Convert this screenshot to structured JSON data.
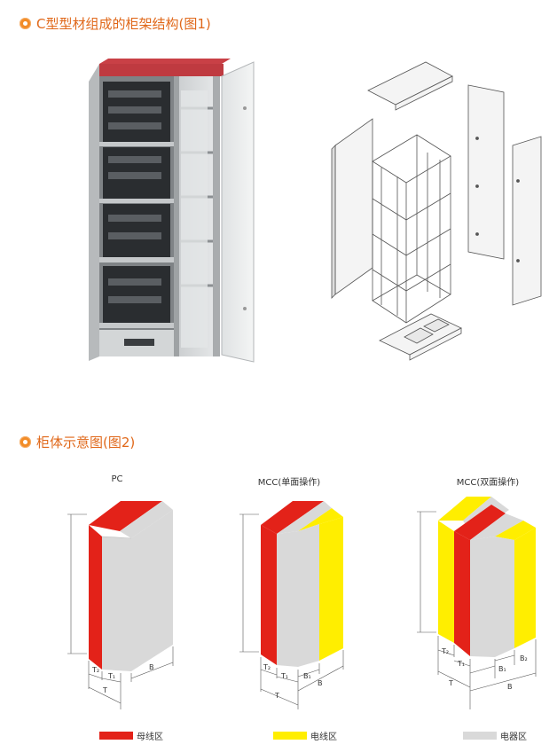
{
  "section1": {
    "title": "C型型材组成的柜架结构(图1)"
  },
  "section2": {
    "title": "柜体示意图(图2)"
  },
  "diagrams": [
    {
      "label": "PC",
      "dims": {
        "t2": "T₂",
        "t1": "T₁",
        "t": "T",
        "b": "B"
      }
    },
    {
      "label": "MCC(单面操作)",
      "dims": {
        "t2": "T₂",
        "t1": "T₁",
        "t": "T",
        "b1": "B₁",
        "b": "B"
      }
    },
    {
      "label": "MCC(双面操作)",
      "dims": {
        "t2": "T₂",
        "t1": "T₁",
        "t": "T",
        "b1": "B₁",
        "b2": "B₂",
        "b": "B"
      }
    }
  ],
  "legend": [
    {
      "label": "母线区",
      "color": "#e32219"
    },
    {
      "label": "电线区",
      "color": "#ffee00"
    },
    {
      "label": "电器区",
      "color": "#d9d9d9"
    }
  ]
}
